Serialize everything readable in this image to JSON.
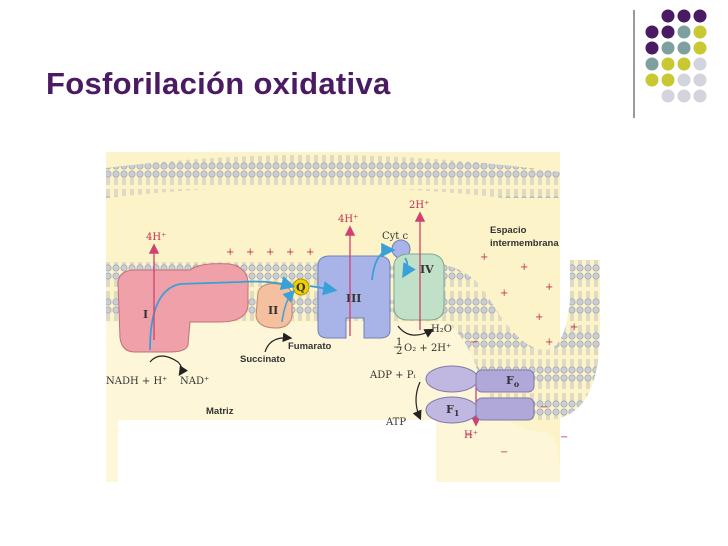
{
  "slide": {
    "title": "Fosforilación oxidativa",
    "dot_colors": {
      "purple": "#4a1a63",
      "teal": "#7fa0a0",
      "olive": "#c8c832",
      "gray": "#d4d4de"
    }
  },
  "diagram": {
    "complexes": {
      "I": "I",
      "II": "II",
      "III": "III",
      "IV": "IV",
      "Q": "Q",
      "cyt_c": "Cyt c",
      "F0": "F",
      "F0_sub": "o",
      "F1": "F",
      "F1_sub": "1"
    },
    "proton_labels": {
      "h_i": "4H⁺",
      "h_iii": "4H⁺",
      "h_iv": "2H⁺",
      "h_atp": "H⁺"
    },
    "region_labels": {
      "espacio_1": "Espacio",
      "espacio_2": "intermembrana",
      "matriz": "Matriz"
    },
    "reactions": {
      "nadh": "NADH + H⁺",
      "nad": "NAD⁺",
      "succinato": "Succinato",
      "fumarato": "Fumarato",
      "water": "H₂O",
      "oxygen_frac_num": "1",
      "oxygen_frac_den": "2",
      "oxygen": "O₂ + 2H⁺",
      "adp": "ADP + Pᵢ",
      "atp": "ATP"
    },
    "colors": {
      "membrane_bg": "#fdf3c8",
      "complex_I": "#f0a0a8",
      "complex_II": "#f5c0a0",
      "complex_III": "#a8b4e8",
      "complex_IV": "#c0e0c8",
      "q": "#f0d000",
      "atp_synthase": "#c0b8e0",
      "electron_path": "#3aa0d8",
      "proton_arrow": "#d04070"
    }
  }
}
